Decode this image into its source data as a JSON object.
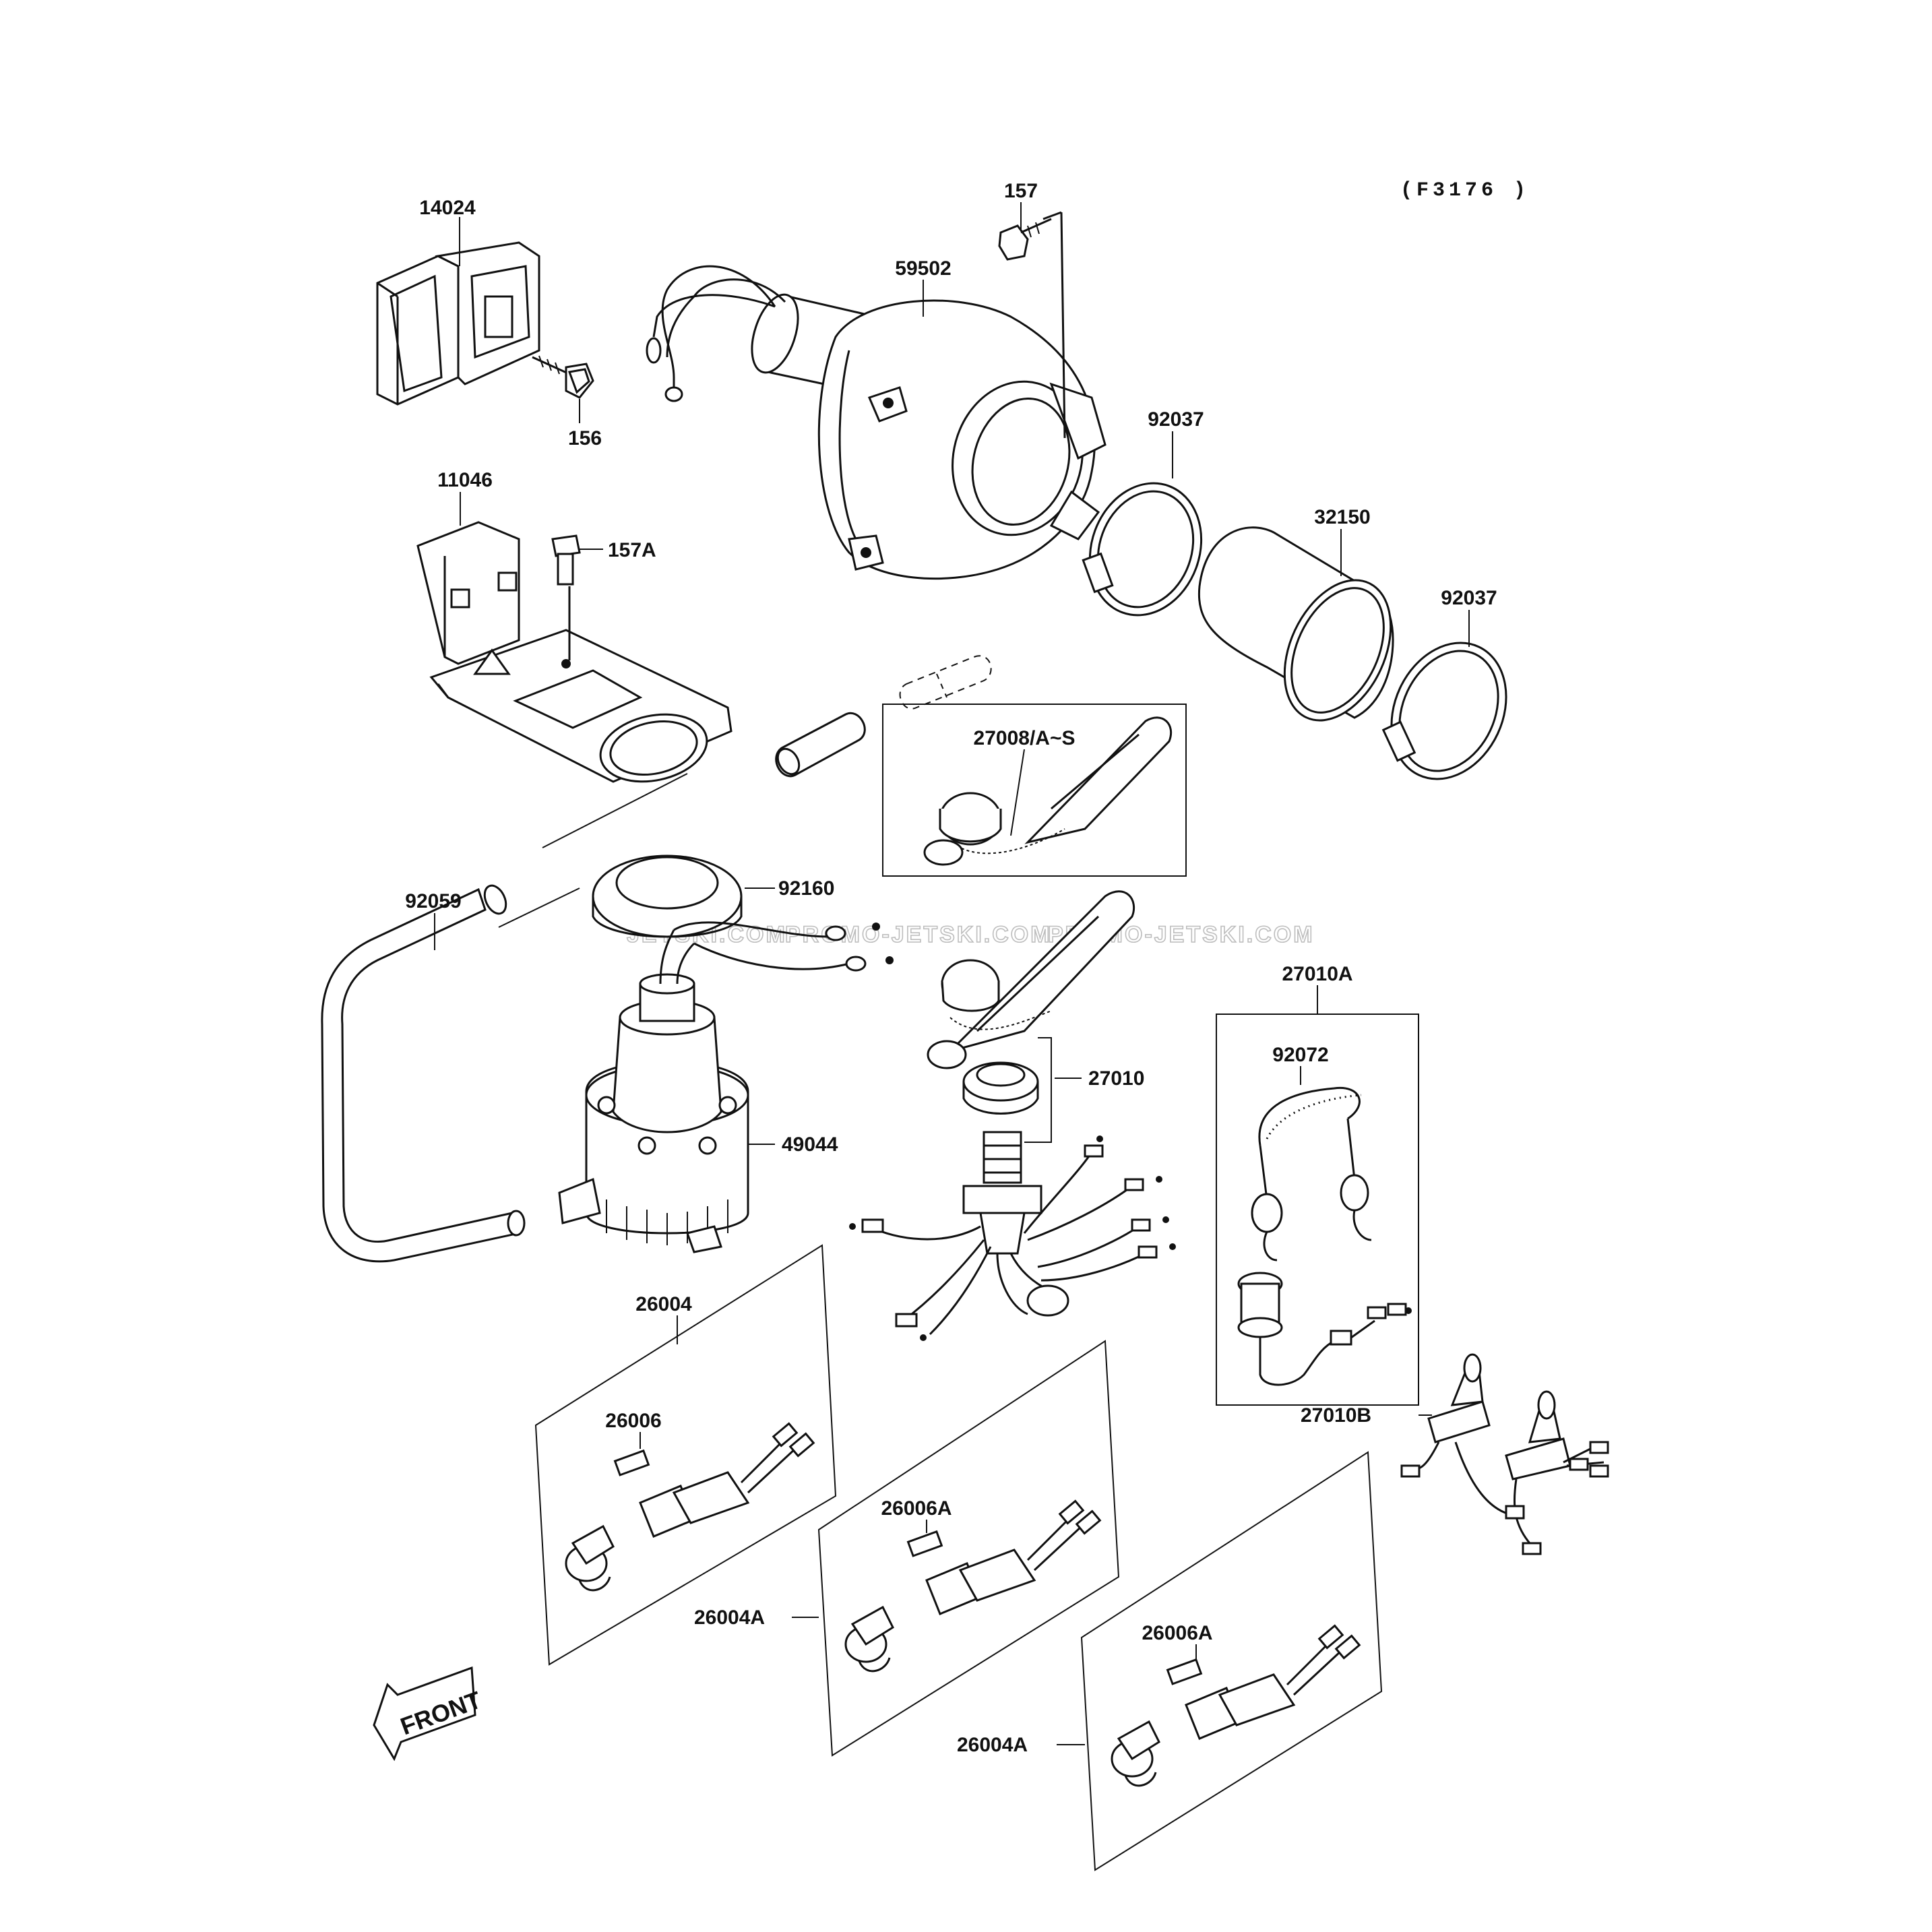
{
  "document": {
    "code": "(F3176 )",
    "watermark": [
      "JETSKI.COM",
      "PROMO-JETSKI.COM",
      "PROMO-JETSKI.COM"
    ]
  },
  "parts": [
    {
      "id": "14024"
    },
    {
      "id": "157"
    },
    {
      "id": "59502"
    },
    {
      "id": "156"
    },
    {
      "id": "92037"
    },
    {
      "id": "11046"
    },
    {
      "id": "157A"
    },
    {
      "id": "32150"
    },
    {
      "id": "92037"
    },
    {
      "id": "27008/A~S"
    },
    {
      "id": "92059"
    },
    {
      "id": "92160"
    },
    {
      "id": "27010A"
    },
    {
      "id": "92072"
    },
    {
      "id": "27010"
    },
    {
      "id": "49044"
    },
    {
      "id": "26004"
    },
    {
      "id": "26006"
    },
    {
      "id": "27010B"
    },
    {
      "id": "26006A"
    },
    {
      "id": "26004A"
    },
    {
      "id": "26006A"
    },
    {
      "id": "26004A"
    }
  ],
  "orientation": {
    "front_label": "FRONT"
  }
}
